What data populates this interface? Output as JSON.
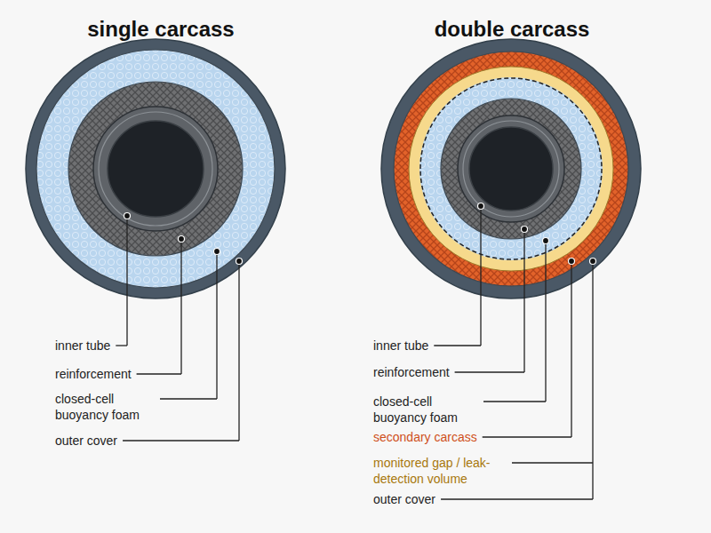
{
  "diagram": {
    "labels": [
      "single carcass",
      "inner tube",
      "reinforcement",
      "closed-cell buoyancy foam",
      "outer cover",
      "double carcass",
      "inner tube",
      "reinforcement",
      "closed-cell buoyancy foam",
      "secondary carcass",
      "monitored gap / leak-detection volume",
      "outer cover"
    ]
  }
}
